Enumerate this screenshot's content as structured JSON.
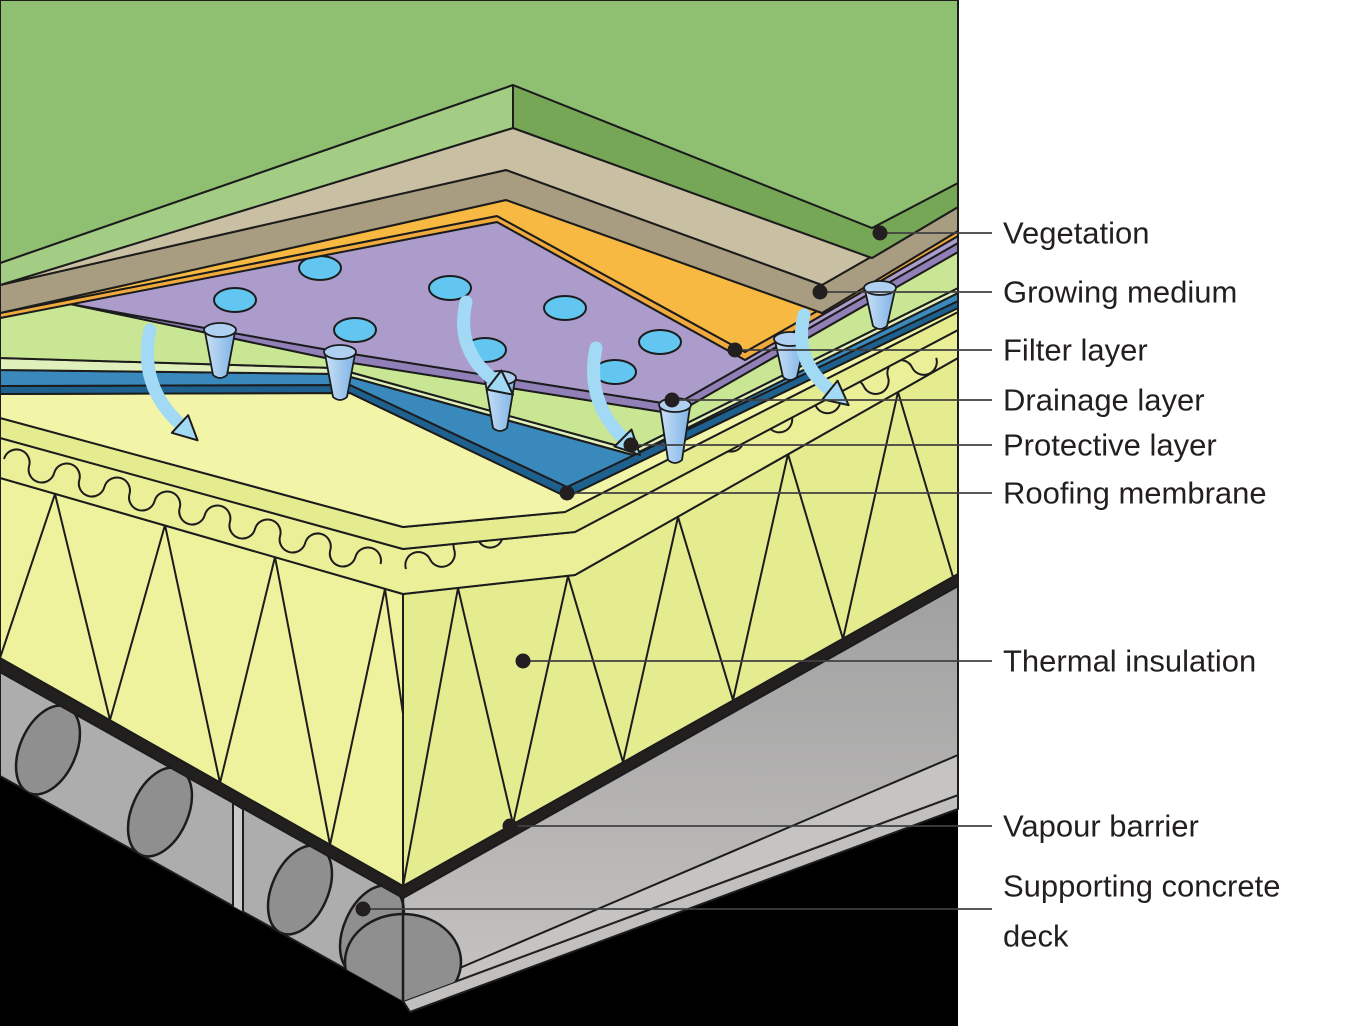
{
  "diagram": {
    "subject": "Green roof construction layers cutaway",
    "labels": [
      {
        "id": "vegetation",
        "text": "Vegetation"
      },
      {
        "id": "growing-medium",
        "text": "Growing medium"
      },
      {
        "id": "filter-layer",
        "text": "Filter layer"
      },
      {
        "id": "drainage-layer",
        "text": "Drainage layer"
      },
      {
        "id": "protective-layer",
        "text": "Protective layer"
      },
      {
        "id": "roofing-membrane",
        "text": "Roofing membrane"
      },
      {
        "id": "thermal-insulation",
        "text": "Thermal insulation"
      },
      {
        "id": "vapour-barrier",
        "text": "Vapour barrier"
      },
      {
        "id": "supporting-concrete-deck",
        "text": "Supporting concrete deck",
        "line1": "Supporting concrete",
        "line2": "deck"
      }
    ]
  },
  "colors": {
    "vegetation_top": "#8FBF71",
    "vegetation_left": "#A3CD84",
    "vegetation_right": "#76A757",
    "growing_top": "#C9BFA2",
    "growing_left": "#B3A88A",
    "growing_right": "#A89D80",
    "filter_top": "#F8B942",
    "filter_edge": "#EFA93C",
    "drainage_top": "#AB9CCC",
    "drainage_edge": "#9180B8",
    "hole": "#62C6F0",
    "funnel_light": "#C9E0F6",
    "funnel_dark": "#7EB3E6",
    "funnel_top": "#AFD0F0",
    "protective_top": "#C9E695",
    "protective_edge": "#DFF0BA",
    "membrane_top": "#3A89BC",
    "membrane_edge": "#1E618F",
    "insulation_top": "#F2F5A7",
    "insulation_left": "#EEF29C",
    "insulation_right": "#E5EC90",
    "wave_strip": "#EAEF98",
    "vapour": "#221F1F",
    "deck_left": "#ADADAD",
    "deck_right": "#A0A0A0",
    "deck_right_light": "#C6C4C2",
    "deck_bottom": "#C2C0BE",
    "deck_hole": "#8F8F8F",
    "deck_seam": "#C9C9C9",
    "arrow": "#A2D9F4",
    "outline": "#1C1C1C",
    "leader": "#404040",
    "label_text": "#231F20",
    "panel": "#FFFFFF",
    "background": "#000000"
  }
}
